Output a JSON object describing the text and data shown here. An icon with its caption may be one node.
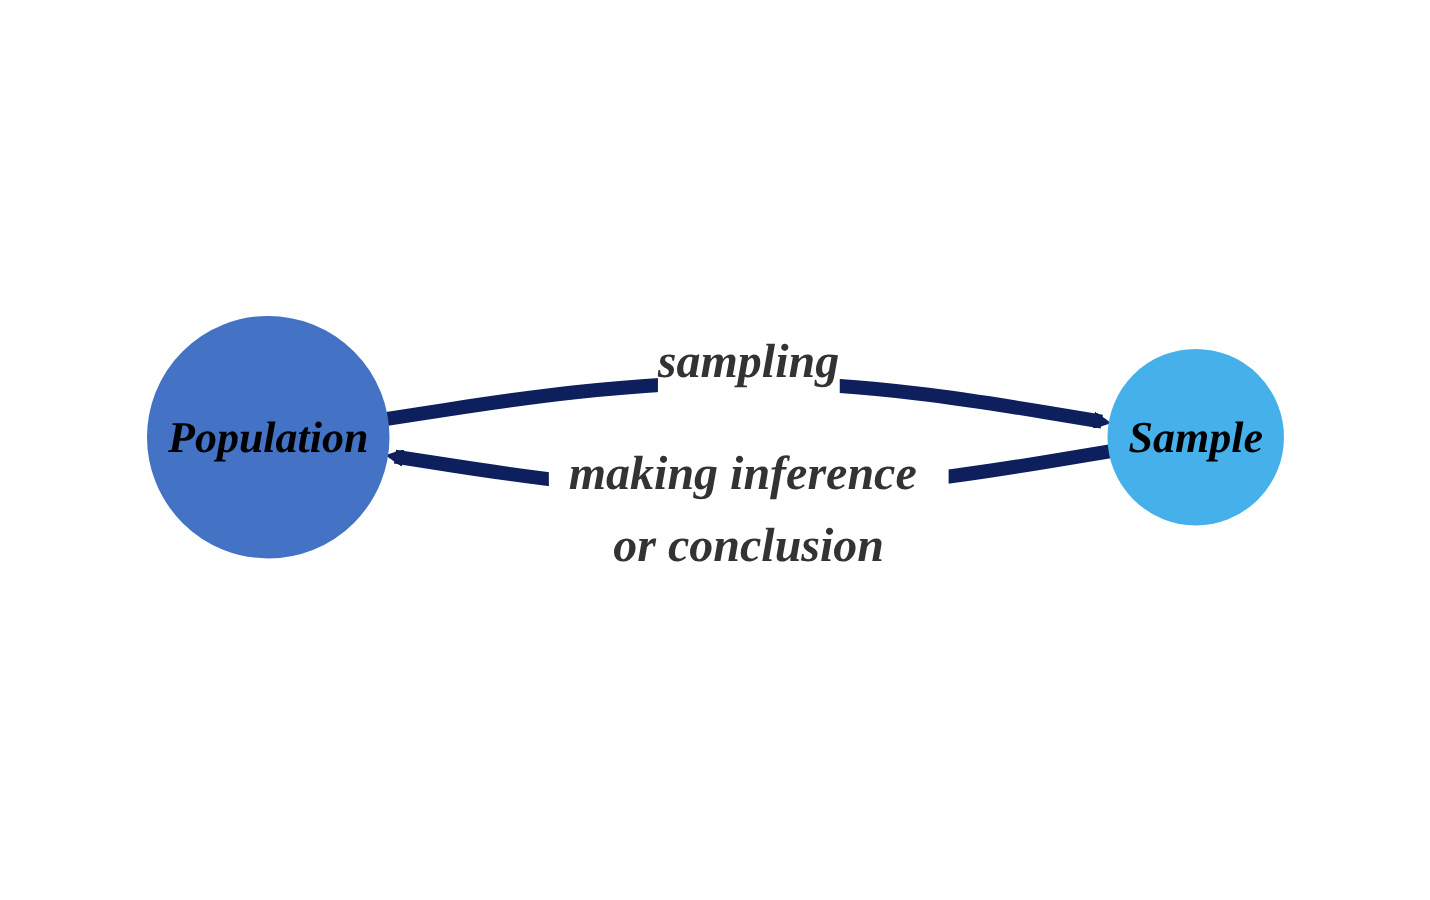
{
  "diagram": {
    "nodes": [
      {
        "text": [
          "Population"
        ]
      },
      {
        "text": [
          "Sample"
        ]
      }
    ],
    "edges": [
      {
        "from": 0,
        "to": 1,
        "arrow": "to",
        "label": "sampling"
      },
      {
        "from": 1,
        "to": 0,
        "arrow": "to",
        "label": "making inference or conclusion"
      }
    ]
  }
}
